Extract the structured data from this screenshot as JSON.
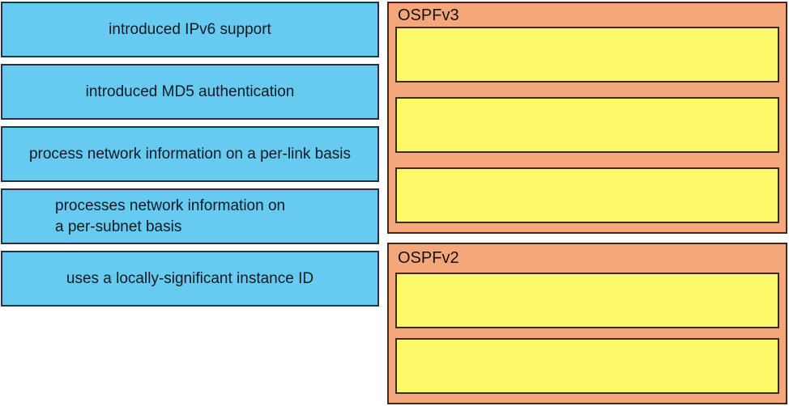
{
  "question": {
    "type": "drag-and-drop",
    "sources": [
      {
        "label": "introduced IPv6 support"
      },
      {
        "label": "introduced MD5 authentication"
      },
      {
        "label": "process network information on a per-link basis"
      },
      {
        "label": "processes network information on\na per-subnet basis"
      },
      {
        "label": "uses a locally-significant instance ID"
      }
    ],
    "targets": [
      {
        "title": "OSPFv3",
        "slot_count": 3,
        "slots": [
          "",
          "",
          ""
        ]
      },
      {
        "title": "OSPFv2",
        "slot_count": 2,
        "slots": [
          "",
          ""
        ]
      }
    ]
  },
  "colors": {
    "source_fill": "#67cbf1",
    "source_border": "#21333f",
    "target_group_fill": "#f5a77c",
    "target_group_border": "#3c2a1c",
    "slot_fill": "#fdf96a",
    "slot_border": "#3c2a1c",
    "text": "#10191f",
    "background": "#ffffff"
  }
}
